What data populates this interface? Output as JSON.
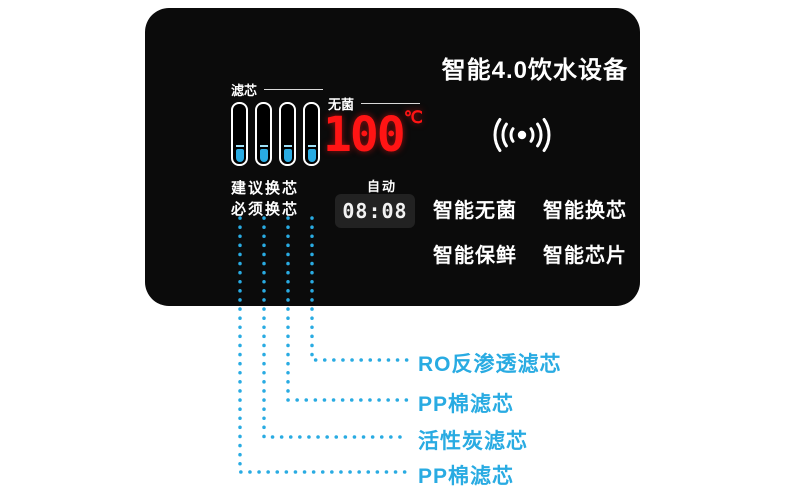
{
  "panel": {
    "title": "智能4.0饮水设备",
    "filter_section": {
      "label": "滤芯",
      "advice": [
        "建议换芯",
        "必须换芯"
      ]
    },
    "temperature": {
      "label": "无菌",
      "value": "100",
      "unit": "℃"
    },
    "clock": {
      "label": "自动",
      "time": "08:08"
    },
    "features": [
      "智能无菌",
      "智能换芯",
      "智能保鲜",
      "智能芯片"
    ]
  },
  "callouts": [
    {
      "label": "RO反渗透滤芯"
    },
    {
      "label": "PP棉滤芯"
    },
    {
      "label": "活性炭滤芯"
    },
    {
      "label": "PP棉滤芯"
    }
  ],
  "icons": {
    "signal": "smart-signal-icon"
  },
  "colors": {
    "accent_cyan": "#29abe2",
    "led_red": "#ff1414",
    "panel_black": "#0b0b0b",
    "text_white": "#ffffff"
  }
}
